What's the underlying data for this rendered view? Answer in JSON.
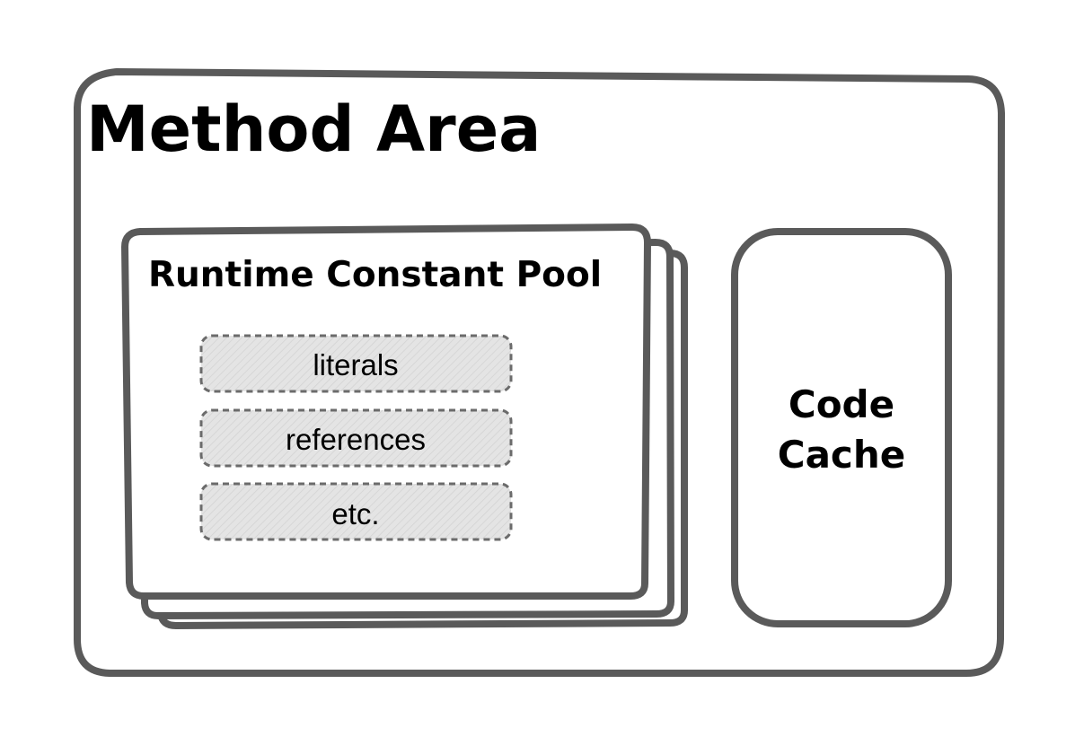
{
  "diagram": {
    "method_area": {
      "title": "Method Area"
    },
    "runtime_constant_pool": {
      "title": "Runtime Constant Pool",
      "items": [
        {
          "label": "literals"
        },
        {
          "label": "references"
        },
        {
          "label": "etc."
        }
      ]
    },
    "code_cache": {
      "title_line1": "Code",
      "title_line2": "Cache"
    }
  },
  "colors": {
    "stroke": "#5a5a5a",
    "item_fill": "#e3e3e3",
    "item_stroke": "#6b6b6b",
    "text": "#000000"
  }
}
